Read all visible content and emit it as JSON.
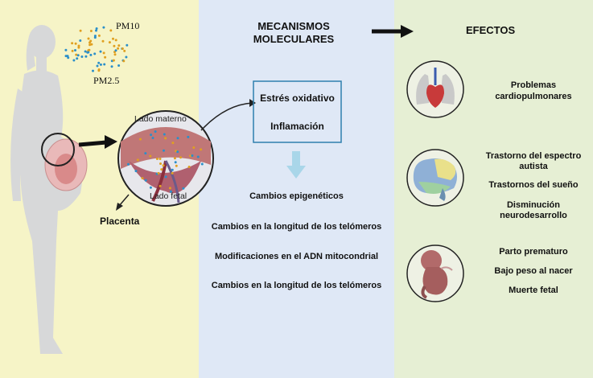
{
  "left": {
    "pm10": "PM10",
    "pm25": "PM2.5",
    "lado_materno": "Lado materno",
    "lado_fetal": "Lado fetal",
    "placenta": "Placenta"
  },
  "middle": {
    "title_line1": "MECANISMOS",
    "title_line2": "MOLECULARES",
    "box_line1": "Estrés oxidativo",
    "box_line2": "Inflamación",
    "items": [
      "Cambios epigenéticos",
      "Cambios en la longitud de los telómeros",
      "Modificaciones en el ADN mitocondrial",
      "Cambios en la longitud de los telómeros"
    ]
  },
  "right": {
    "title": "EFECTOS",
    "group1": [
      "Problemas",
      "cardiopulmonares"
    ],
    "group2": [
      "Trastorno del espectro",
      "autista",
      "Trastornos del sueño",
      "Disminución",
      "neurodesarrollo"
    ],
    "group3": [
      "Parto prematuro",
      "Bajo peso al nacer",
      "Muerte fetal"
    ]
  },
  "colors": {
    "left_bg": "#f6f4c7",
    "middle_bg": "#dfe8f6",
    "right_bg": "#e6efd4",
    "box_border": "#2f7fae",
    "down_arrow": "#a9d6e9"
  },
  "icons": [
    "pregnant-woman-silhouette",
    "pollution-particles",
    "placenta-magnifier",
    "lungs-heart-icon",
    "brain-icon",
    "fetus-icon"
  ]
}
